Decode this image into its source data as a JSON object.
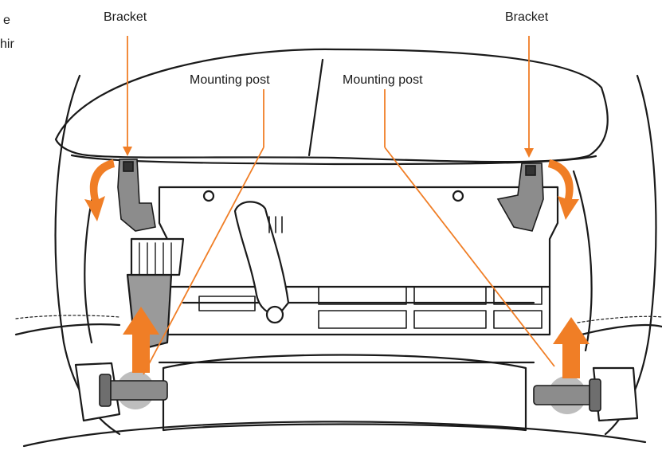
{
  "labels": {
    "bracket_left": "Bracket",
    "bracket_right": "Bracket",
    "mounting_post_left": "Mounting post",
    "mounting_post_right": "Mounting post"
  },
  "cropped_text": {
    "line1": "e",
    "line2": "hir"
  },
  "colors": {
    "callout": "#F07E26",
    "arrow": "#F07E26",
    "line": "#1a1a1a",
    "part_grey": "#8c8c8c",
    "post_highlight": "#bdbdbd"
  },
  "icons": {
    "rotate_arrow": "curved-rotate-arrow-icon",
    "lift_arrow": "up-arrow-icon"
  }
}
